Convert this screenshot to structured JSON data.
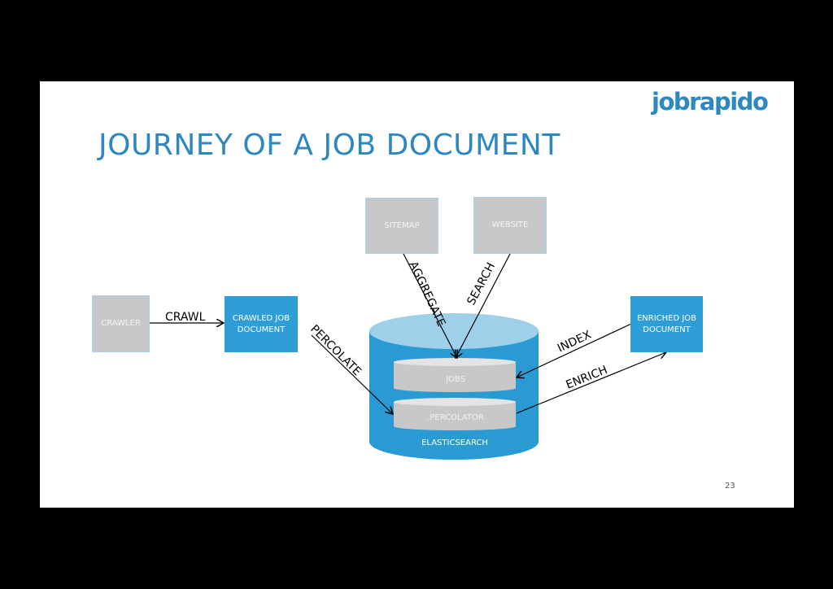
{
  "slide": {
    "title": "JOURNEY OF A JOB DOCUMENT",
    "logo": "jobrapido",
    "page_number": "23"
  },
  "nodes": {
    "crawler": "CRAWLER",
    "crawled_job_document": "CRAWLED JOB\nDOCUMENT",
    "sitemap": "SITEMAP",
    "website": "WEBSITE",
    "enriched_job_document": "ENRICHED JOB\nDOCUMENT",
    "jobs": "JOBS",
    "percolator": ".PERCOLATOR",
    "elasticsearch": "ELASTICSEARCH"
  },
  "edges": {
    "crawl": "CRAWL",
    "percolate": "PERCOLATE",
    "aggregate": "AGGREGATE",
    "search": "SEARCH",
    "index": "INDEX",
    "enrich": "ENRICH"
  },
  "colors": {
    "title": "#2e88c0",
    "blue_box": "#2e9fd6",
    "grey_box": "#c8c8c8",
    "cylinder_body": "#2a9ad3",
    "cylinder_top": "#9fd0ea"
  }
}
